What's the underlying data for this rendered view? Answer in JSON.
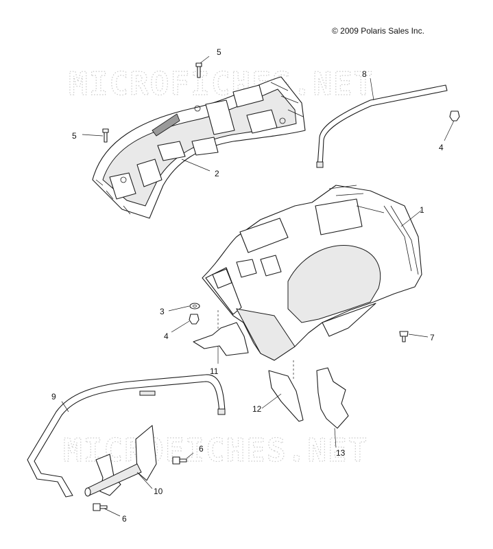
{
  "copyright": "© 2009 Polaris Sales Inc.",
  "watermarks": [
    "MICROFICHES.NET",
    "MICROFICHES.NET"
  ],
  "callouts": [
    {
      "id": "c5a",
      "label": "5"
    },
    {
      "id": "c5b",
      "label": "5"
    },
    {
      "id": "c8",
      "label": "8"
    },
    {
      "id": "c4a",
      "label": "4"
    },
    {
      "id": "c2",
      "label": "2"
    },
    {
      "id": "c1",
      "label": "1"
    },
    {
      "id": "c3",
      "label": "3"
    },
    {
      "id": "c4b",
      "label": "4"
    },
    {
      "id": "c7",
      "label": "7"
    },
    {
      "id": "c11",
      "label": "11"
    },
    {
      "id": "c9",
      "label": "9"
    },
    {
      "id": "c12",
      "label": "12"
    },
    {
      "id": "c13",
      "label": "13"
    },
    {
      "id": "c6a",
      "label": "6"
    },
    {
      "id": "c10",
      "label": "10"
    },
    {
      "id": "c6b",
      "label": "6"
    }
  ]
}
